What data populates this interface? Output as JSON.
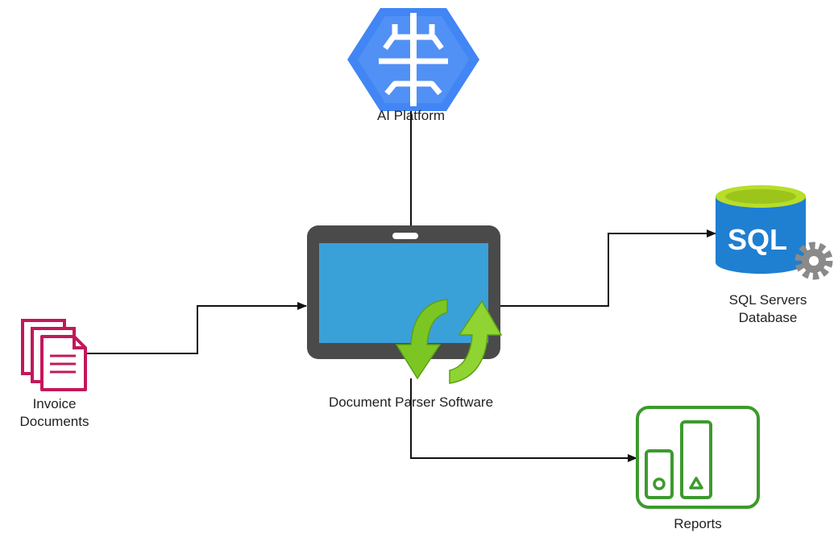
{
  "nodes": {
    "ai_platform": {
      "label": "AI Platform",
      "icon": "ai-platform-brain-icon"
    },
    "sql_database": {
      "label_line1": "SQL Servers",
      "label_line2": "Database",
      "icon": "sql-database-icon",
      "icon_text": "SQL"
    },
    "document_parser": {
      "label": "Document Parser Software",
      "icon": "tablet-sync-icon"
    },
    "invoice_documents": {
      "label_line1": "Invoice",
      "label_line2": "Documents",
      "icon": "documents-icon"
    },
    "reports": {
      "label": "Reports",
      "icon": "bar-chart-icon"
    }
  },
  "edges": [
    {
      "from": "invoice_documents",
      "to": "document_parser"
    },
    {
      "from": "document_parser",
      "to": "ai_platform"
    },
    {
      "from": "document_parser",
      "to": "sql_database"
    },
    {
      "from": "document_parser",
      "to": "reports"
    }
  ],
  "colors": {
    "ai_blue": "#4285f4",
    "ai_blue_light": "#6ea6f7",
    "tablet_frame": "#4a4a4a",
    "tablet_screen": "#3aa0d8",
    "sync_green": "#7cc623",
    "sql_blue": "#1f7fd1",
    "sql_top": "#b8dd2a",
    "gear_gray": "#8a8a8a",
    "doc_pink": "#c2185b",
    "report_green": "#3d9a2e",
    "edge": "#111111"
  }
}
